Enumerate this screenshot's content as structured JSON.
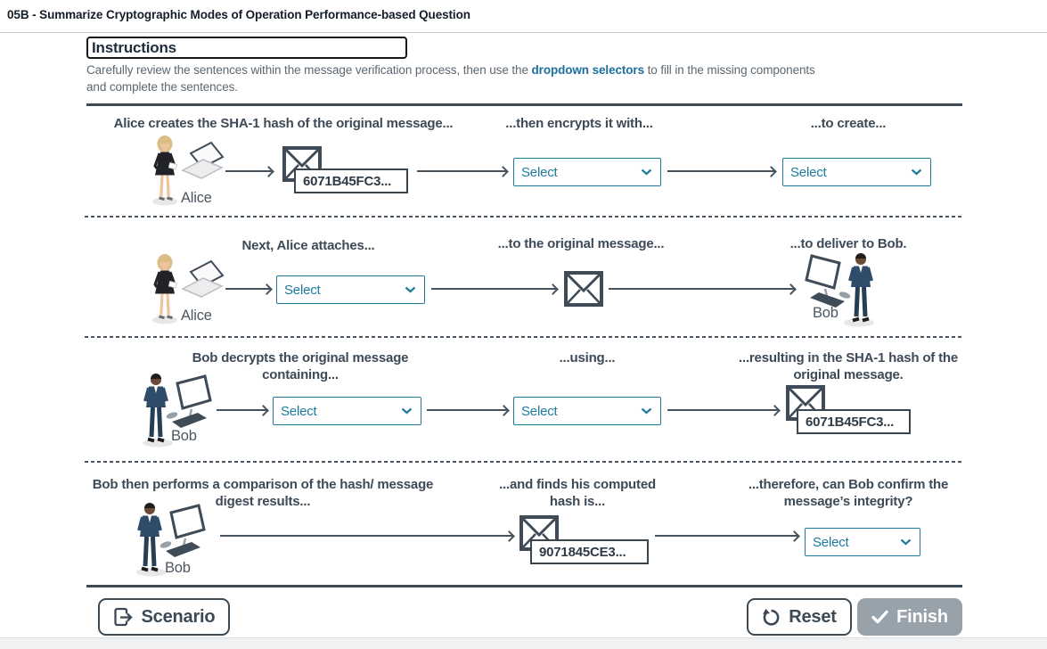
{
  "header": {
    "title": "05B - Summarize Cryptographic Modes of Operation Performance-based Question"
  },
  "instructions": {
    "heading": "Instructions",
    "body_prefix": "Carefully review the sentences within the message verification process, then use the ",
    "body_link": "dropdown selectors",
    "body_suffix": " to fill in the missing components and complete the sentences."
  },
  "flow": {
    "select_placeholder": "Select",
    "rows": [
      {
        "labels": {
          "l1": "Alice creates the SHA-1 hash of the original message...",
          "l2": "...then encrypts it with...",
          "l3": "...to create..."
        },
        "actor": "Alice",
        "hash": "6071B45FC3..."
      },
      {
        "labels": {
          "l1": "Next, Alice attaches...",
          "l2": "...to the original message...",
          "l3": "...to deliver to Bob."
        },
        "actor": "Alice",
        "actor2": "Bob"
      },
      {
        "labels": {
          "l1": "Bob decrypts the original message containing...",
          "l2": "...using...",
          "l3": "...resulting in the SHA-1 hash of the original message."
        },
        "actor": "Bob",
        "hash": "6071B45FC3..."
      },
      {
        "labels": {
          "l1": "Bob then performs a comparison of the hash/ message digest results...",
          "l2": "...and finds his computed hash is...",
          "l3": "...therefore, can Bob confirm the message’s integrity?"
        },
        "actor": "Bob",
        "hash": "9071845CE3..."
      }
    ]
  },
  "footer": {
    "scenario_label": "Scenario",
    "reset_label": "Reset",
    "finish_label": "Finish"
  },
  "colors": {
    "accent_teal": "#1e7b9d",
    "dark_slate": "#3d4a56",
    "finish_button_bg": "#98a2ab",
    "link_blue": "#1e6f9c"
  }
}
